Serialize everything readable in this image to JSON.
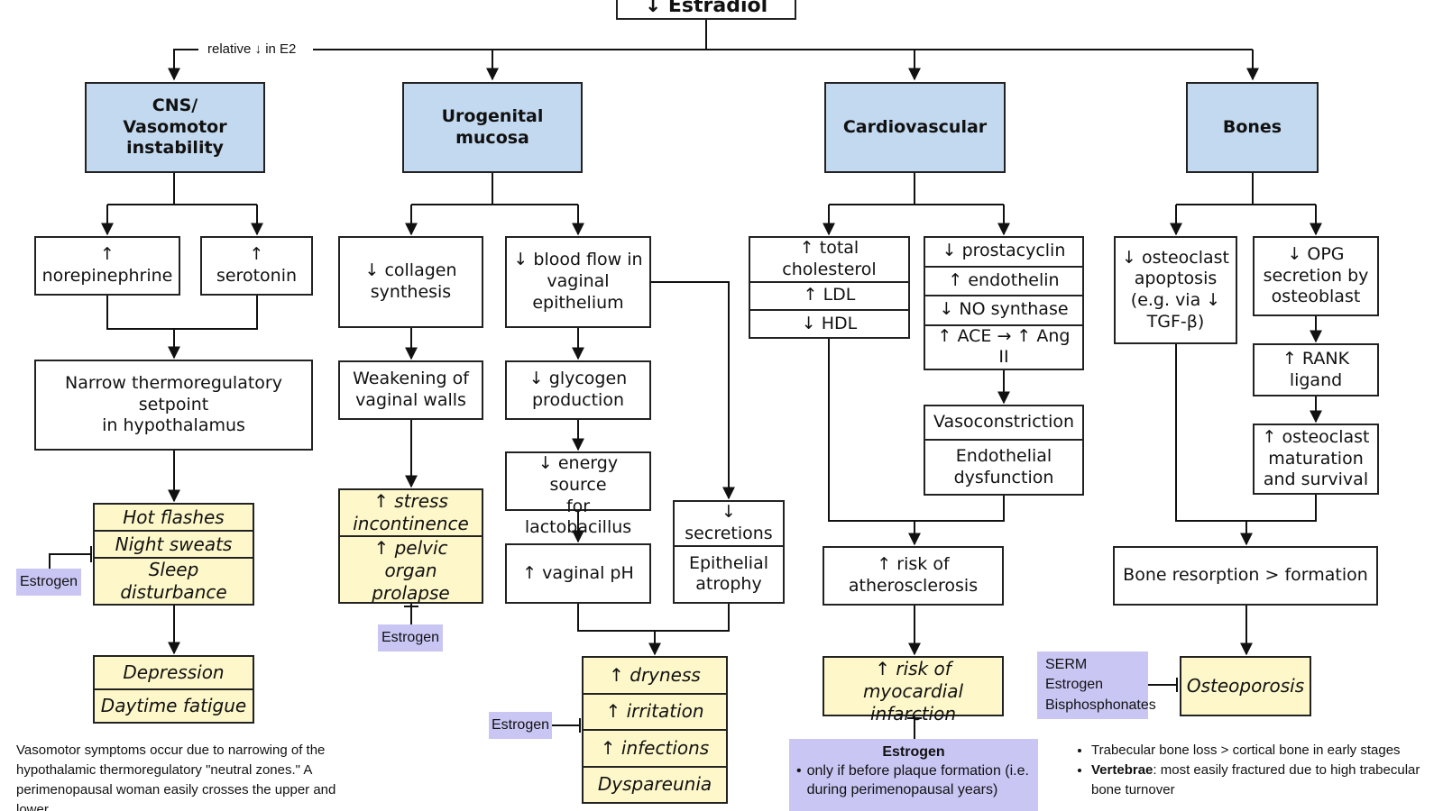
{
  "top": {
    "estradiol": "↓ Estradiol",
    "relative_label": "relative ↓ in E2"
  },
  "cns": {
    "header": "CNS/\nVasomotor\ninstability",
    "norepinephrine": "↑ norepinephrine",
    "serotonin": "↑ serotonin",
    "setpoint": "Narrow thermoregulatory setpoint\nin hypothalamus",
    "symptoms": [
      "Hot flashes",
      "Night sweats",
      "Sleep disturbance"
    ],
    "later_symptoms": [
      "Depression",
      "Daytime fatigue"
    ],
    "estrogen": "Estrogen",
    "note": "Vasomotor symptoms occur due to narrowing of the hypothalamic thermoregulatory \"neutral zones.\" A perimenopausal woman easily crosses the upper and lower"
  },
  "uro": {
    "header": "Urogenital mucosa",
    "collagen": "↓ collagen\nsynthesis",
    "walls": "Weakening of\nvaginal walls",
    "outcomes": [
      "↑ stress\nincontinence",
      "↑ pelvic organ\nprolapse"
    ],
    "estrogen": "Estrogen",
    "blood_flow": "↓ blood flow in\nvaginal\nepithelium",
    "glycogen": "↓ glycogen\nproduction",
    "energy": "↓ energy source\nfor lactobacillus",
    "ph": "↑ vaginal pH",
    "atrophy": [
      "↓ secretions",
      "Epithelial\natrophy"
    ],
    "symptoms": [
      "↑ dryness",
      "↑ irritation",
      "↑ infections",
      "Dyspareunia"
    ],
    "estrogen2": "Estrogen"
  },
  "cardio": {
    "header": "Cardiovascular",
    "lipids": [
      "↑ total cholesterol",
      "↑ LDL",
      "↓ HDL"
    ],
    "endo": [
      "↓ prostacyclin",
      "↑ endothelin",
      "↓ NO synthase",
      "↑ ACE → ↑ Ang II"
    ],
    "vaso": [
      "Vasoconstriction",
      "Endothelial\ndysfunction"
    ],
    "athero": "↑ risk of\natherosclerosis",
    "mi": "↑ risk of myocardial\ninfarction",
    "estrogen_title": "Estrogen",
    "estrogen_note": "only if before plaque formation (i.e. during perimenopausal years)"
  },
  "bones": {
    "header": "Bones",
    "apoptosis": "↓ osteoclast\napoptosis\n(e.g. via ↓\nTGF-β)",
    "opg": "↓ OPG\nsecretion by\nosteoblast",
    "rank": "↑ RANK\nligand",
    "maturation": "↑ osteoclast\nmaturation\nand survival",
    "resorption": "Bone resorption > formation",
    "osteoporosis": "Osteoporosis",
    "drugs": "SERM\nEstrogen\nBisphosphonates",
    "notes": [
      {
        "bold": "",
        "text": "Trabecular bone loss > cortical bone in early stages"
      },
      {
        "bold": "Vertebrae",
        "text": ": most easily fractured due to high trabecular bone turnover"
      }
    ]
  }
}
